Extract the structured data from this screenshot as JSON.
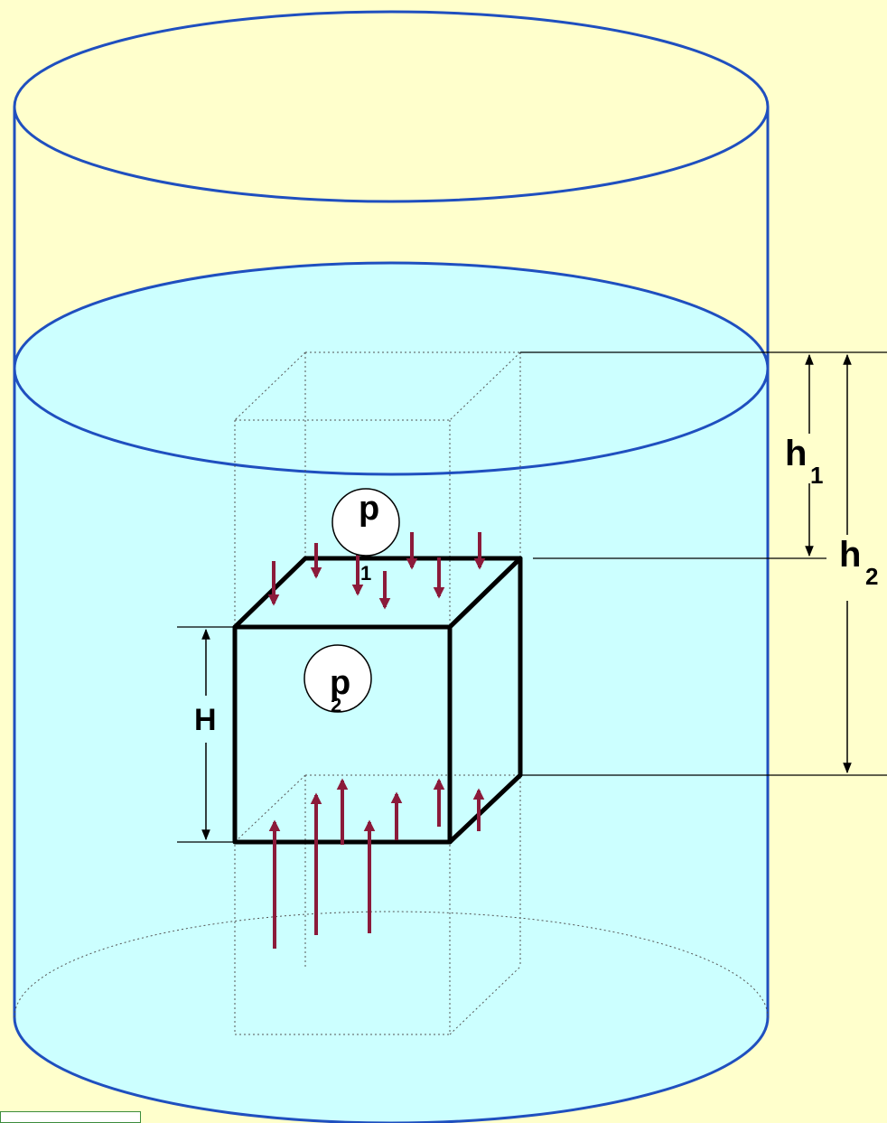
{
  "labels": {
    "h1_main": "h",
    "h1_sub": "1",
    "h2_main": "h",
    "h2_sub": "2",
    "H": "H",
    "p1_main": "p",
    "p1_sub": "1",
    "p2_main": "p",
    "p2_sub": "2"
  },
  "colors": {
    "background": "#ffffcc",
    "water": "#ccffff",
    "vessel_outline": "#1f4fbf",
    "force_arrows": "#8b1a3a",
    "dimension_lines": "#000000"
  }
}
